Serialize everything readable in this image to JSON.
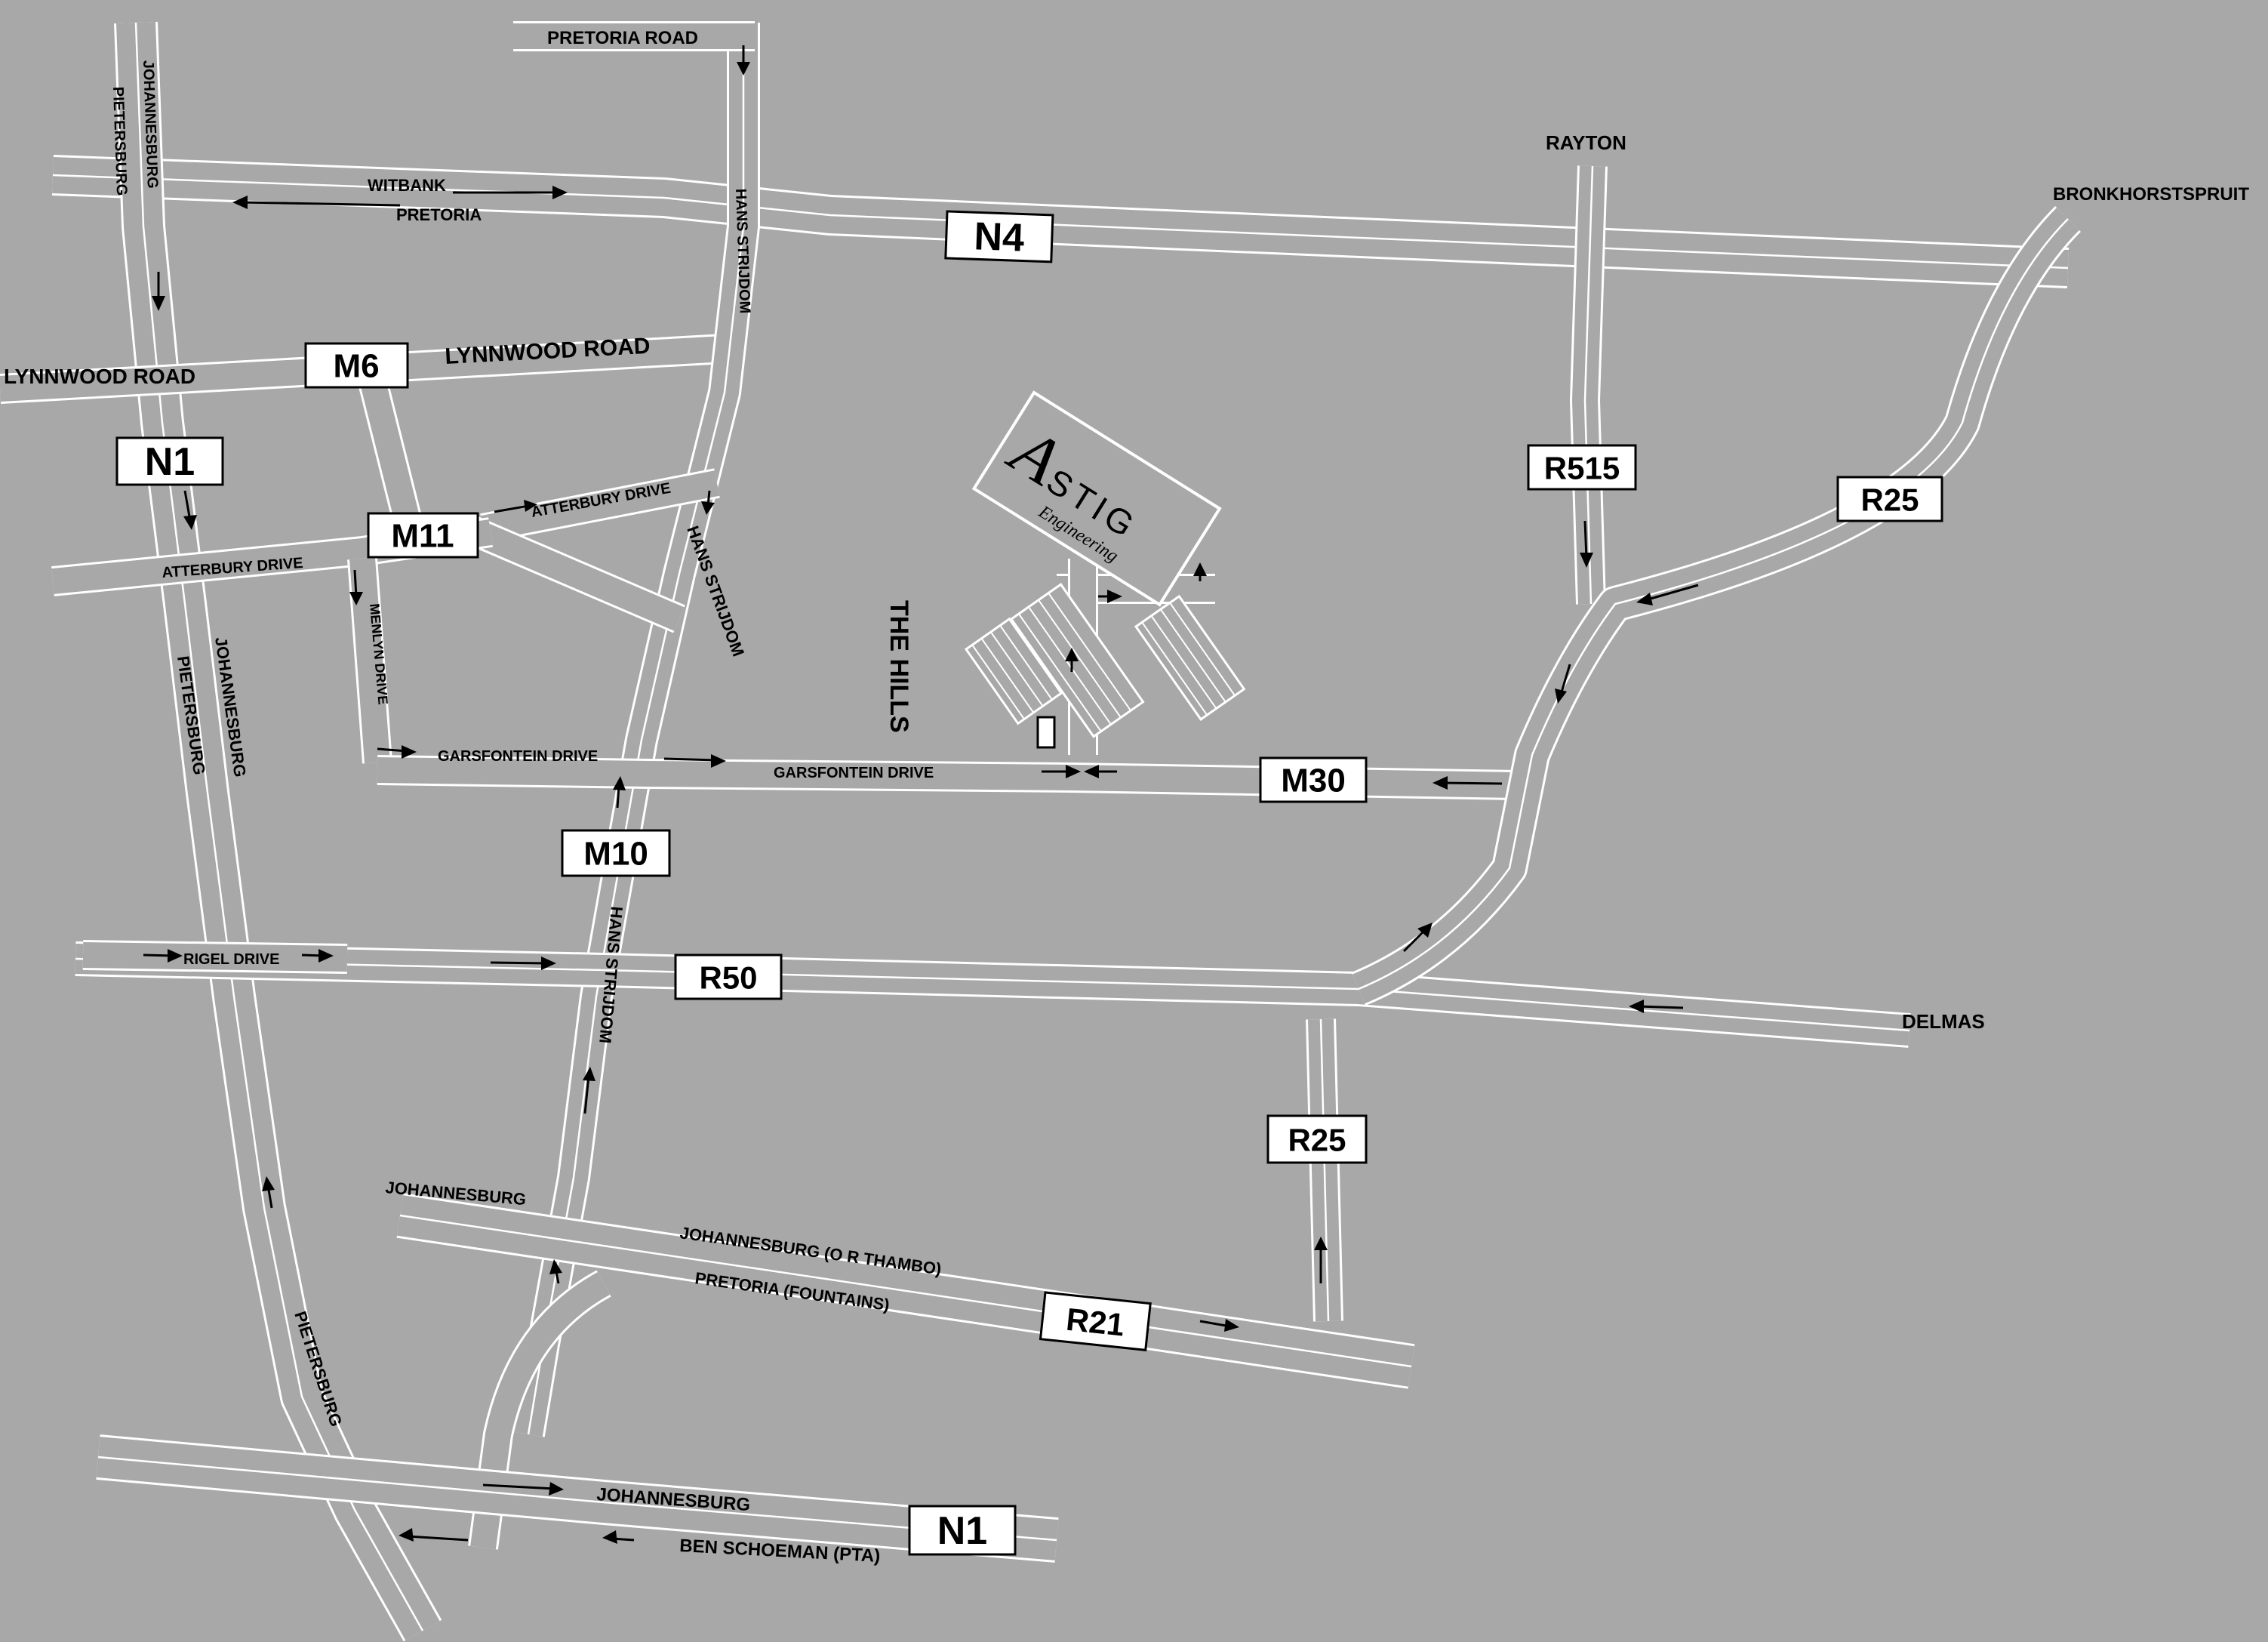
{
  "map": {
    "labels": {
      "pretoria_road": "PRETORIA ROAD",
      "johannesburg_nw": "JOHANNESBURG",
      "pietersburg_nw": "PIETERSBURG",
      "witbank": "WITBANK",
      "pretoria": "PRETORIA",
      "hans_strijdom_n": "HANS STRIJDOM",
      "lynnwood_road_w": "LYNNWOOD ROAD",
      "lynnwood_road_e": "LYNNWOOD ROAD",
      "atterbury_drive_w": "ATTERBURY DRIVE",
      "atterbury_drive_e": "ATTERBURY DRIVE",
      "menlyn_drive": "MENLYN DRIVE",
      "hans_strijdom_mid": "HANS STRIJDOM",
      "the_hills": "THE HILLS",
      "johannesburg_w": "JOHANNESBURG",
      "pietersburg_w": "PIETERSBURG",
      "garsfontein_drive_w": "GARSFONTEIN DRIVE",
      "garsfontein_drive_e": "GARSFONTEIN DRIVE",
      "rigel_drive": "RIGEL DRIVE",
      "hans_strijdom_s": "HANS STRIJDOM",
      "rayton": "RAYTON",
      "bronkhorstspruit": "BRONKHORSTSPRUIT",
      "delmas": "DELMAS",
      "johannesburg_sw": "JOHANNESBURG",
      "johannesburg_or_thambo": "JOHANNESBURG (O R THAMBO)",
      "pretoria_fountains": "PRETORIA (FOUNTAINS)",
      "pietersburg_s": "PIETERSBURG",
      "johannesburg_bottom": "JOHANNESBURG",
      "ben_schoeman": "BEN SCHOEMAN (PTA)"
    },
    "shields": {
      "n4": "N4",
      "m6": "M6",
      "n1_top": "N1",
      "m11": "M11",
      "r515": "R515",
      "r25_top": "R25",
      "m30": "M30",
      "m10": "M10",
      "r50": "R50",
      "r25_bottom": "R25",
      "r21": "R21",
      "n1_bottom": "N1"
    },
    "logo": {
      "letter": "A",
      "word": "STIG",
      "tagline": "Engineering"
    }
  }
}
